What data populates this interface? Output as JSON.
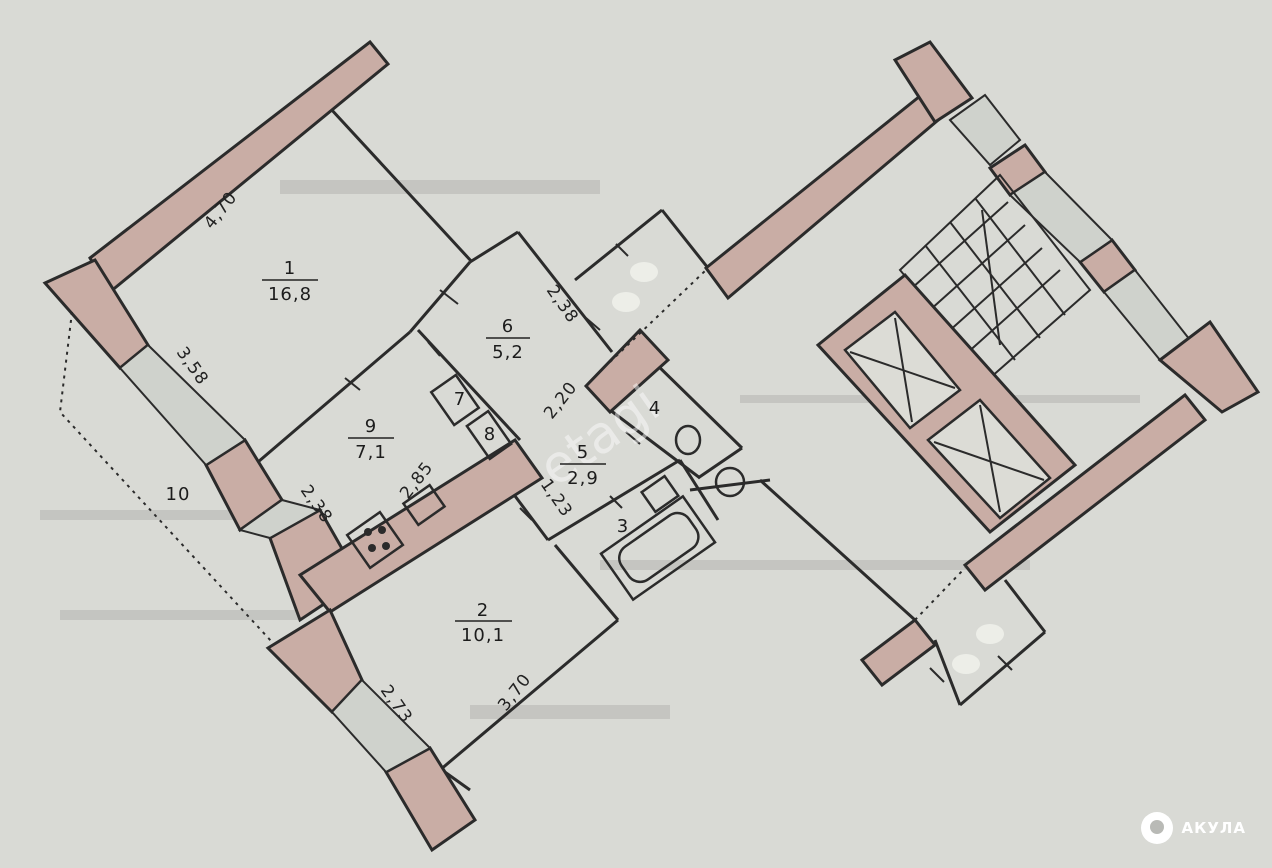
{
  "rooms": [
    {
      "number": "1",
      "area": "16,8"
    },
    {
      "number": "2",
      "area": "10,1"
    },
    {
      "number": "3",
      "area": ""
    },
    {
      "number": "4",
      "area": ""
    },
    {
      "number": "5",
      "area": "2,9"
    },
    {
      "number": "6",
      "area": "5,2"
    },
    {
      "number": "7",
      "area": ""
    },
    {
      "number": "8",
      "area": ""
    },
    {
      "number": "9",
      "area": "7,1"
    },
    {
      "number": "10",
      "area": ""
    }
  ],
  "dimensions": [
    "4,70",
    "3,58",
    "2,38",
    "2,85",
    "2,38",
    "2,20",
    "1,23",
    "3,70",
    "2,73"
  ],
  "watermark": "etagi",
  "logo": {
    "text": "АКУЛА"
  }
}
